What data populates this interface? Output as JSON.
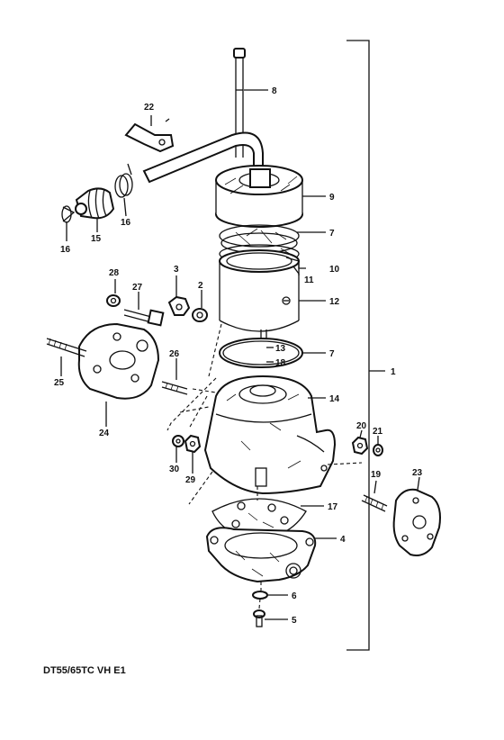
{
  "diagram_code": "DT55/65TC VH E1",
  "assembly_callout": "1",
  "parts": [
    {
      "id": "p2",
      "callout": "2",
      "name": "washer"
    },
    {
      "id": "p3",
      "callout": "3",
      "name": "nut"
    },
    {
      "id": "p4",
      "callout": "4",
      "name": "pump-base"
    },
    {
      "id": "p5",
      "callout": "5",
      "name": "screw"
    },
    {
      "id": "p6",
      "callout": "6",
      "name": "washer"
    },
    {
      "id": "p7a",
      "callout": "7",
      "name": "o-ring-upper"
    },
    {
      "id": "p7b",
      "callout": "7",
      "name": "o-ring-lower"
    },
    {
      "id": "p8",
      "callout": "8",
      "name": "rod"
    },
    {
      "id": "p9",
      "callout": "9",
      "name": "cap"
    },
    {
      "id": "p10",
      "callout": "10",
      "name": "spring"
    },
    {
      "id": "p11",
      "callout": "11",
      "name": "spring-seat"
    },
    {
      "id": "p12",
      "callout": "12",
      "name": "cylinder"
    },
    {
      "id": "p13",
      "callout": "13",
      "name": "pin"
    },
    {
      "id": "p14",
      "callout": "14",
      "name": "housing"
    },
    {
      "id": "p15",
      "callout": "15",
      "name": "boot"
    },
    {
      "id": "p16a",
      "callout": "16",
      "name": "clip-left"
    },
    {
      "id": "p16b",
      "callout": "16",
      "name": "clip-right"
    },
    {
      "id": "p17",
      "callout": "17",
      "name": "gasket"
    },
    {
      "id": "p18",
      "callout": "18",
      "name": "check-ball"
    },
    {
      "id": "p19",
      "callout": "19",
      "name": "stud"
    },
    {
      "id": "p20",
      "callout": "20",
      "name": "nut"
    },
    {
      "id": "p21",
      "callout": "21",
      "name": "washer"
    },
    {
      "id": "p22",
      "callout": "22",
      "name": "clamp"
    },
    {
      "id": "p23",
      "callout": "23",
      "name": "plate"
    },
    {
      "id": "p24",
      "callout": "24",
      "name": "bracket"
    },
    {
      "id": "p25",
      "callout": "25",
      "name": "stud"
    },
    {
      "id": "p26",
      "callout": "26",
      "name": "stud"
    },
    {
      "id": "p27",
      "callout": "27",
      "name": "bolt"
    },
    {
      "id": "p28",
      "callout": "28",
      "name": "washer"
    },
    {
      "id": "p29",
      "callout": "29",
      "name": "nut"
    },
    {
      "id": "p30",
      "callout": "30",
      "name": "washer"
    }
  ]
}
